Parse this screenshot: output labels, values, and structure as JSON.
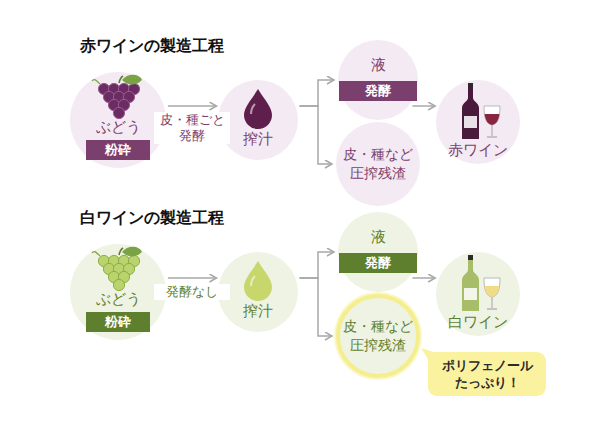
{
  "diagram": {
    "nodes": [
      {
        "text": [
          "ぶどう",
          "粉砕"
        ]
      },
      {
        "text": [
          "搾汁"
        ]
      },
      {
        "text": [
          "液",
          "発酵"
        ]
      },
      {
        "text": [
          "皮・種など 圧搾残渣"
        ]
      },
      {
        "text": [
          "赤ワイン"
        ]
      },
      {
        "text": [
          "ぶどう",
          "粉砕"
        ]
      },
      {
        "text": [
          "搾汁"
        ]
      },
      {
        "text": [
          "液",
          "発酵"
        ]
      },
      {
        "text": [
          "皮・種など 圧搾残渣"
        ]
      },
      {
        "text": [
          "白ワイン"
        ]
      },
      {
        "text": [
          "ポリフェノール たっぷり！"
        ]
      }
    ],
    "edges": [
      {
        "from": 0,
        "to": 1,
        "label": "皮・種ごと 発酵",
        "arrow": "to"
      },
      {
        "from": 1,
        "to": 2,
        "arrow": "to"
      },
      {
        "from": 1,
        "to": 3,
        "arrow": "to"
      },
      {
        "from": 2,
        "to": 4,
        "arrow": "to"
      },
      {
        "from": 5,
        "to": 6,
        "label": "発酵なし",
        "arrow": "to"
      },
      {
        "from": 6,
        "to": 7,
        "arrow": "to"
      },
      {
        "from": 6,
        "to": 8,
        "arrow": "to"
      },
      {
        "from": 7,
        "to": 9,
        "arrow": "to"
      }
    ],
    "labels": [
      "赤ワインの製造工程",
      "白ワインの製造工程"
    ]
  }
}
